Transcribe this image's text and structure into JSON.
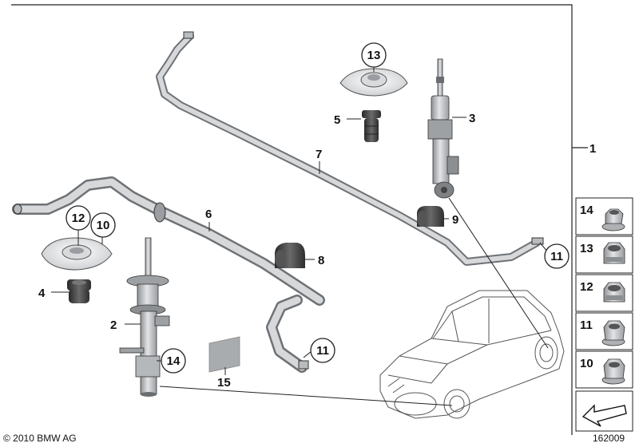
{
  "callouts": {
    "c1": "1",
    "c2": "2",
    "c3": "3",
    "c4": "4",
    "c5": "5",
    "c6": "6",
    "c7": "7",
    "c8": "8",
    "c9": "9",
    "c10": "10",
    "c11a": "11",
    "c11b": "11",
    "c12": "12",
    "c13": "13",
    "c14": "14",
    "c15": "15"
  },
  "sidebar": {
    "items": [
      {
        "number": "14",
        "icon": "flange-nut-icon"
      },
      {
        "number": "13",
        "icon": "lock-nut-icon"
      },
      {
        "number": "12",
        "icon": "lock-nut-icon"
      },
      {
        "number": "11",
        "icon": "collar-nut-icon"
      },
      {
        "number": "10",
        "icon": "collar-nut-icon"
      }
    ]
  },
  "footer": {
    "copyright": "© 2010 BMW AG",
    "diagram_id": "162009"
  },
  "colors": {
    "part_gray": "#b9bcbf",
    "part_dark": "#3a3a3a",
    "rubber": "#4a4a4a",
    "outline": "#222222"
  }
}
